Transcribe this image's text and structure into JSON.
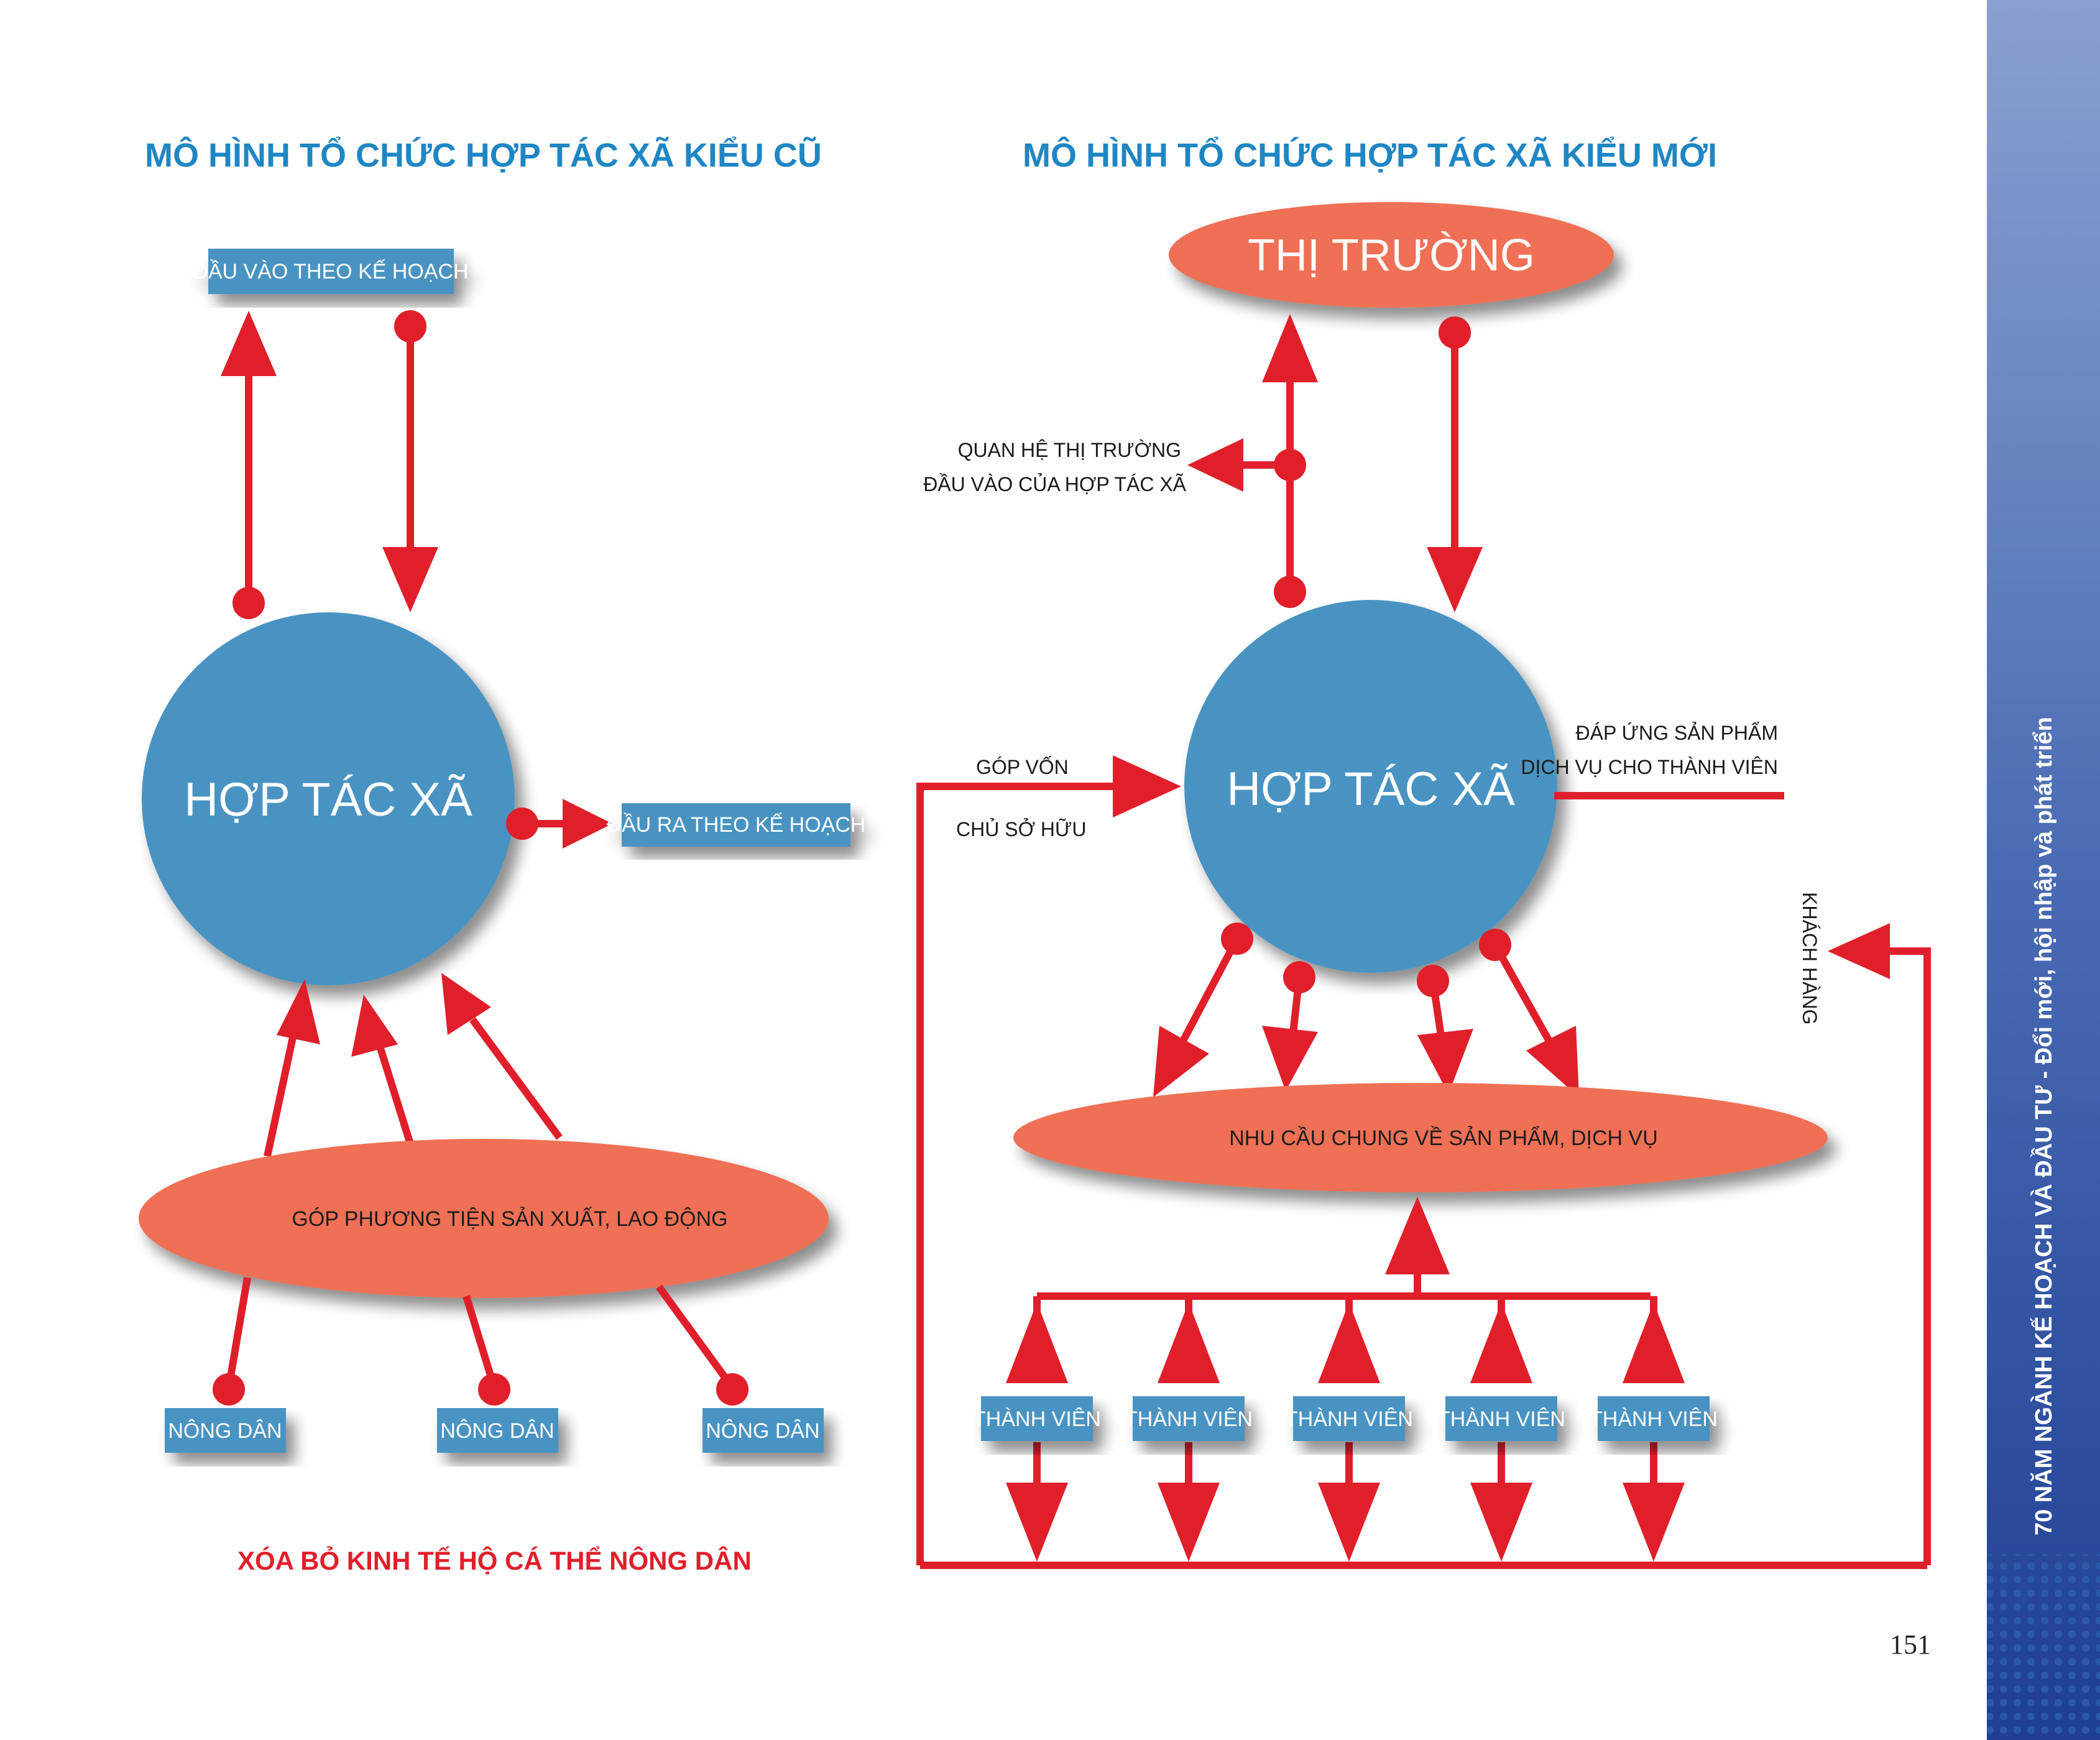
{
  "left": {
    "title": "MÔ HÌNH TỔ CHỨC HỢP TÁC XÃ KIỂU CŨ",
    "input_box": "ĐẦU VÀO THEO KẾ HOẠCH",
    "circle": "HỢP TÁC XÃ",
    "output_box": "ĐẦU RA THEO KẾ HOẠCH",
    "ellipse": "GÓP PHƯƠNG TIỆN SẢN XUẤT, LAO ĐỘNG",
    "farmers": [
      "NÔNG DÂN",
      "NÔNG DÂN",
      "NÔNG DÂN"
    ],
    "footer": "XÓA BỎ KINH TẾ HỘ CÁ THỂ NÔNG DÂN"
  },
  "right": {
    "title": "MÔ HÌNH TỔ CHỨC HỢP TÁC XÃ KIỂU MỚI",
    "market": "THỊ TRƯỜNG",
    "market_relation_line1": "QUAN HỆ THỊ TRƯỜNG",
    "market_relation_line2": "ĐẦU VÀO CỦA HỢP TÁC XÃ",
    "circle": "HỢP TÁC XÃ",
    "capital_label": "GÓP VỐN",
    "owner_label": "CHỦ SỞ HỮU",
    "service_line1": "ĐÁP ỨNG SẢN PHẨM",
    "service_line2": "DỊCH VỤ CHO THÀNH VIÊN",
    "customer_label": "KHÁCH HÀNG",
    "needs_ellipse": "NHU CẦU CHUNG VỀ SẢN PHẨM, DỊCH VỤ",
    "members": [
      "THÀNH VIÊN",
      "THÀNH VIÊN",
      "THÀNH VIÊN",
      "THÀNH VIÊN",
      "THÀNH VIÊN"
    ]
  },
  "sidebar": {
    "text": "70 NĂM NGÀNH KẾ HOẠCH VÀ ĐẦU TƯ - Đổi mới, hội nhập và phát triển"
  },
  "page_number": "151",
  "colors": {
    "blue": "#4a93c2",
    "blue_title": "#1f86c4",
    "salmon": "#ef6f55",
    "red": "#e01f2b",
    "sidebar": "#4566ad"
  }
}
